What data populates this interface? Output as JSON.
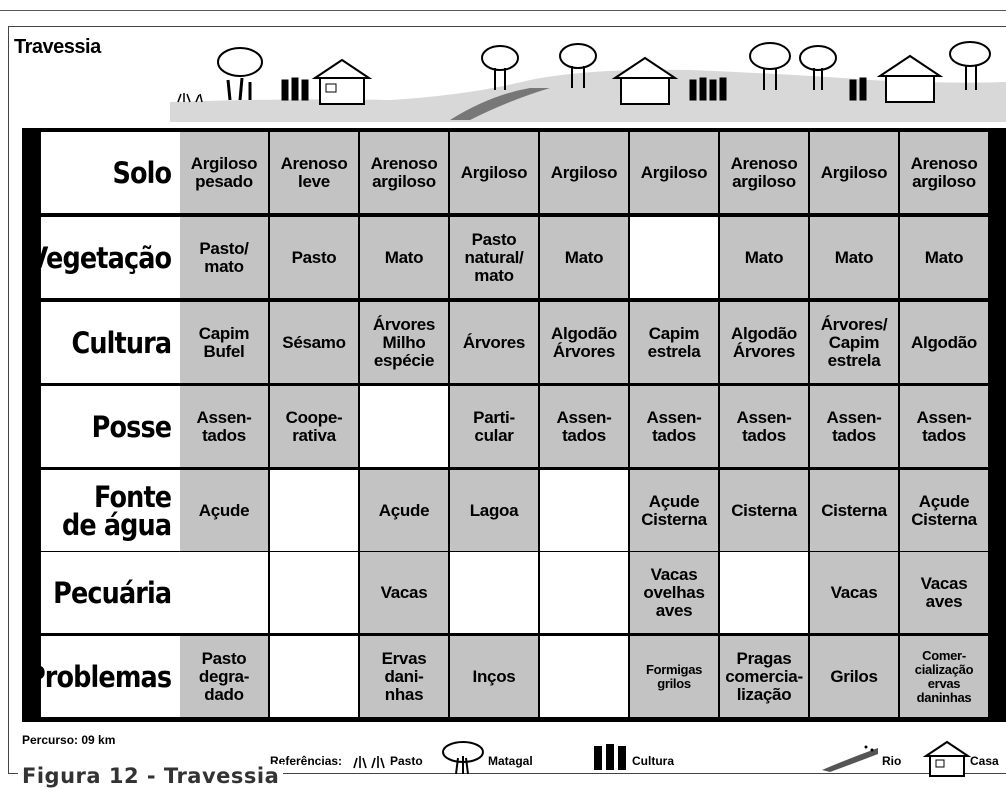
{
  "title": "Travessia",
  "row_labels": [
    "Solo",
    "Vegetação",
    "Cultura",
    "Posse",
    "Fonte\nde água",
    "Pecuária",
    "Problemas"
  ],
  "rows": [
    [
      "Argiloso\npesado",
      "Arenoso\nleve",
      "Arenoso\nargiloso",
      "Argiloso",
      "Argiloso",
      "Argiloso",
      "Arenoso\nargiloso",
      "Argiloso",
      "Arenoso\nargiloso"
    ],
    [
      "Pasto/\nmato",
      "Pasto",
      "Mato",
      "Pasto\nnatural/\nmato",
      "Mato",
      "",
      "Mato",
      "Mato",
      "Mato"
    ],
    [
      "Capim\nBufel",
      "Sésamo",
      "Árvores\nMilho\nespécie",
      "Árvores",
      "Algodão\nÁrvores",
      "Capim\nestrela",
      "Algodão\nÁrvores",
      "Árvores/\nCapim\nestrela",
      "Algodão"
    ],
    [
      "Assen-\ntados",
      "Coope-\nrativa",
      "",
      "Parti-\ncular",
      "Assen-\ntados",
      "Assen-\ntados",
      "Assen-\ntados",
      "Assen-\ntados",
      "Assen-\ntados"
    ],
    [
      "Açude",
      "",
      "Açude",
      "Lagoa",
      "",
      "Açude\nCisterna",
      "Cisterna",
      "Cisterna",
      "Açude\nCisterna"
    ],
    [
      "",
      "",
      "Vacas",
      "",
      "",
      "Vacas\novelhas\naves",
      "",
      "Vacas",
      "Vacas\naves"
    ],
    [
      "Pasto\ndegra-\ndado",
      "",
      "Ervas\ndani-\nnhas",
      "Inços",
      "",
      "Formigas\ngrilos",
      "Pragas\ncomercia-\nlização",
      "Grilos",
      "Comer-\ncialização\nervas\ndaninhas"
    ]
  ],
  "small_cells": [
    "6-5",
    "6-8"
  ],
  "percurso": "Percurso: 09 km",
  "legend": {
    "label": "Referências:",
    "items": [
      "Pasto",
      "Matagal",
      "Cultura",
      "Rio",
      "Casa"
    ]
  },
  "caption": "Figura 12 - Travessia",
  "colors": {
    "filled": "#c3c3c3",
    "empty": "#ffffff",
    "grid": "#000000"
  }
}
